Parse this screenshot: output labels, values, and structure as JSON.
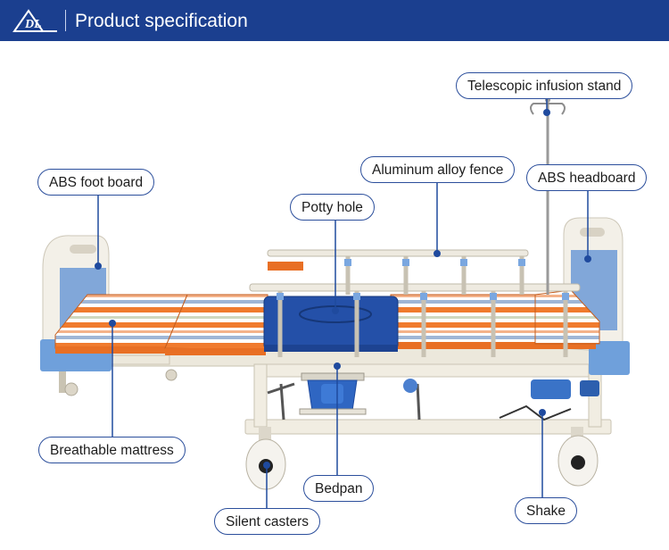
{
  "header": {
    "logo_text": "DL",
    "title": "Product specification"
  },
  "labels": {
    "infusion_stand": "Telescopic infusion stand",
    "aluminum_fence": "Aluminum alloy fence",
    "foot_board": "ABS foot board",
    "headboard": "ABS headboard",
    "potty_hole": "Potty hole",
    "breathable_mattress": "Breathable mattress",
    "bedpan": "Bedpan",
    "shake": "Shake",
    "silent_casters": "Silent casters"
  },
  "colors": {
    "brand_blue": "#1b3f8f",
    "callout_border": "#2c4f9c",
    "leader_line": "#1f4a9e",
    "mattress_orange": "#f07b2e",
    "cushion_blue": "#2450a8",
    "bed_panel_blue": "#6c9ad6"
  }
}
